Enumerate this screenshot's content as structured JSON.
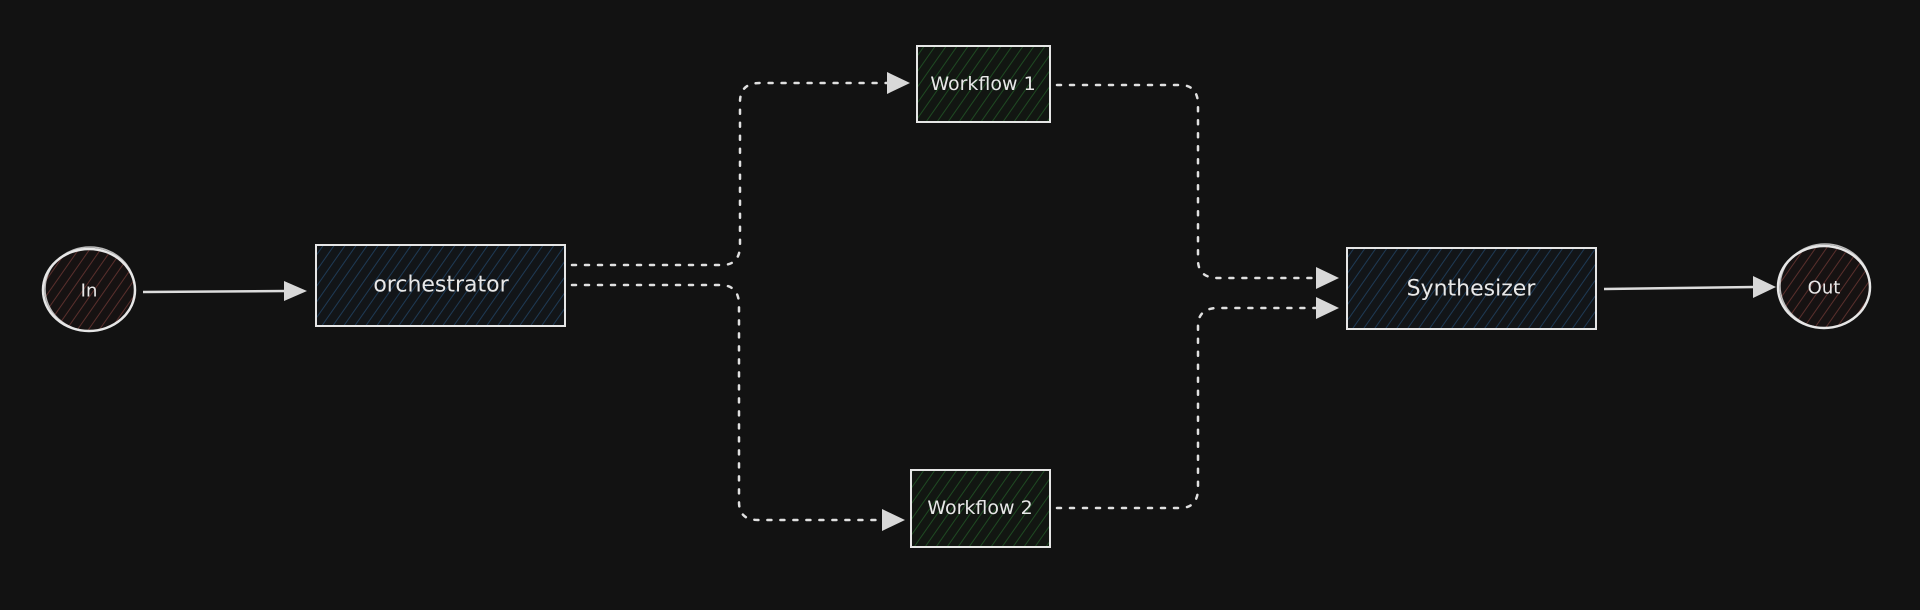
{
  "diagram": {
    "background": "#121212",
    "stroke_color": "#e0e0e0",
    "nodes": [
      {
        "id": "in",
        "label": "In",
        "shape": "ellipse",
        "fill_hatch": "#5a2f2c"
      },
      {
        "id": "orchestrator",
        "label": "orchestrator",
        "shape": "rectangle",
        "fill_hatch": "#1e3a55"
      },
      {
        "id": "workflow1",
        "label": "Workflow 1",
        "shape": "rectangle",
        "fill_hatch": "#1e4a22"
      },
      {
        "id": "workflow2",
        "label": "Workflow 2",
        "shape": "rectangle",
        "fill_hatch": "#1e4a22"
      },
      {
        "id": "synthesizer",
        "label": "Synthesizer",
        "shape": "rectangle",
        "fill_hatch": "#1e3a55"
      },
      {
        "id": "out",
        "label": "Out",
        "shape": "ellipse",
        "fill_hatch": "#5a2f2c"
      }
    ],
    "edges": [
      {
        "from": "In",
        "to": "orchestrator",
        "style": "solid"
      },
      {
        "from": "orchestrator",
        "to": "Workflow 1",
        "style": "dotted"
      },
      {
        "from": "orchestrator",
        "to": "Workflow 2",
        "style": "dotted"
      },
      {
        "from": "Workflow 1",
        "to": "Synthesizer",
        "style": "dotted"
      },
      {
        "from": "Workflow 2",
        "to": "Synthesizer",
        "style": "dotted"
      },
      {
        "from": "Synthesizer",
        "to": "Out",
        "style": "solid"
      }
    ]
  }
}
